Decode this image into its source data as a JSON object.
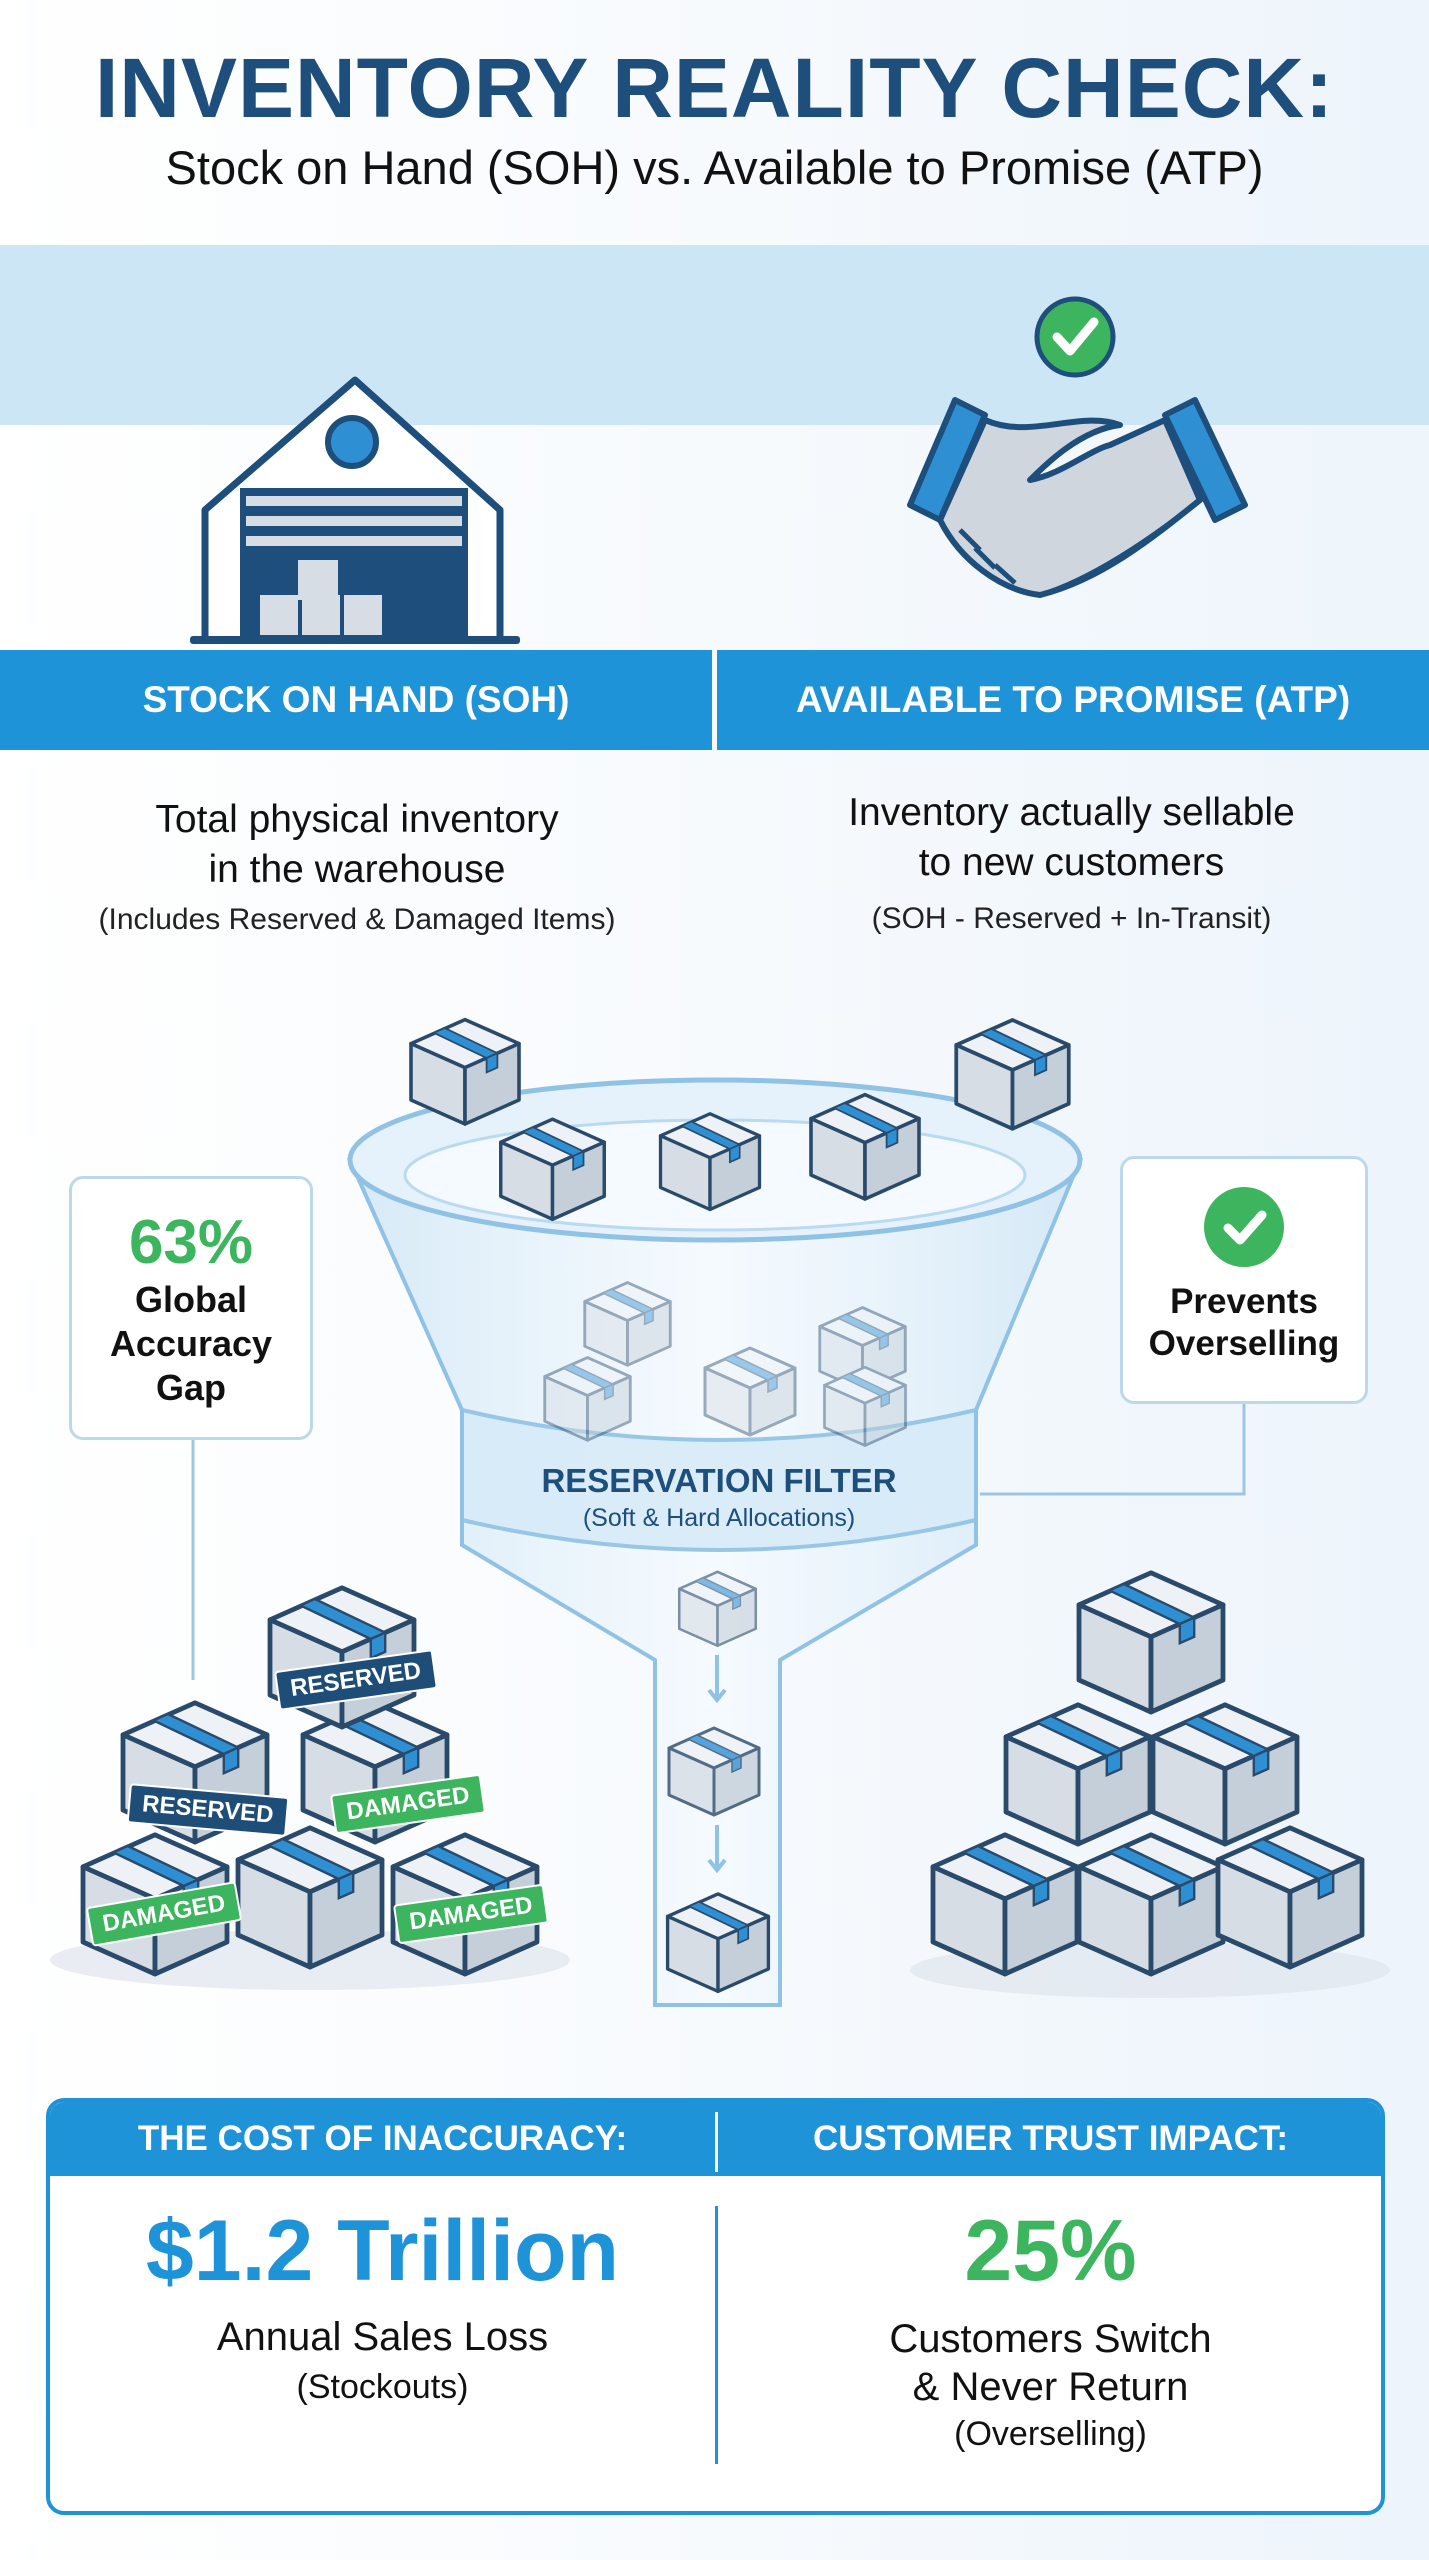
{
  "header": {
    "title": "INVENTORY REALITY CHECK:",
    "subtitle": "Stock on Hand (SOH) vs. Available to Promise (ATP)"
  },
  "soh": {
    "label": "STOCK ON HAND (SOH)",
    "desc_line1": "Total physical inventory",
    "desc_line2": "in the warehouse",
    "note": "(Includes Reserved & Damaged Items)"
  },
  "atp": {
    "label": "AVAILABLE TO PROMISE (ATP)",
    "desc_line1": "Inventory actually sellable",
    "desc_line2": "to new customers",
    "note": "(SOH - Reserved + In-Transit)"
  },
  "funnel": {
    "label": "RESERVATION FILTER",
    "sublabel": "(Soft & Hard Allocations)"
  },
  "accuracy": {
    "value": "63%",
    "line1": "Global",
    "line2": "Accuracy",
    "line3": "Gap"
  },
  "prevents": {
    "line1": "Prevents",
    "line2": "Overselling"
  },
  "tags": {
    "reserved": "RESERVED",
    "damaged": "DAMAGED"
  },
  "bottom": {
    "left_header": "THE COST OF INACCURACY:",
    "left_value": "$1.2 Trillion",
    "left_label": "Annual Sales Loss",
    "left_note": "(Stockouts)",
    "right_header": "CUSTOMER TRUST IMPACT:",
    "right_value": "25%",
    "right_label1": "Customers Switch",
    "right_label2": "& Never Return",
    "right_note": "(Overselling)"
  },
  "colors": {
    "accent": "#1f93d8",
    "navy": "#1d4e7c",
    "green": "#3db55e"
  }
}
